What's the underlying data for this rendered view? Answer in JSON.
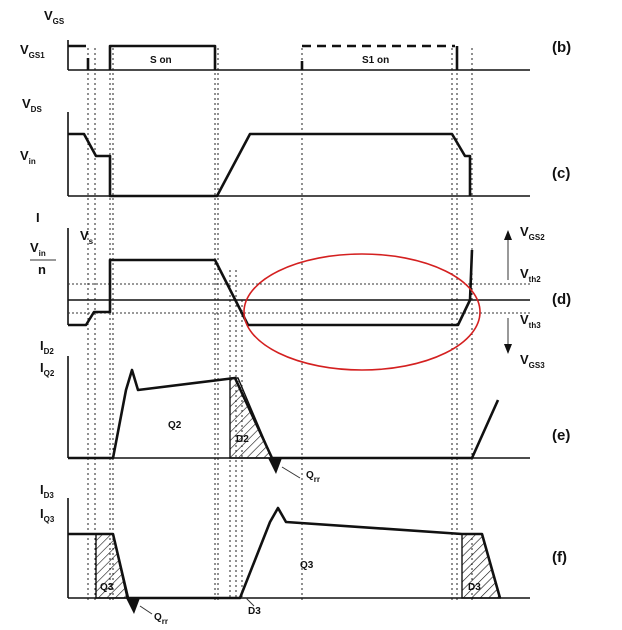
{
  "panels": {
    "b": {
      "tag": "(b)",
      "y_label_main": "V",
      "y_label_sub": "GS",
      "level_main": "V",
      "level_sub": "GS1",
      "pulse1_label": "S on",
      "pulse2_label": "S1 on"
    },
    "c": {
      "tag": "(c)",
      "y_label_main": "V",
      "y_label_sub": "DS",
      "level_main": "V",
      "level_sub": "in"
    },
    "d": {
      "tag": "(d)",
      "i_label": "I",
      "vs_main": "V",
      "vs_sub": "s",
      "frac_num_main": "V",
      "frac_num_sub": "in",
      "frac_den": "n",
      "vgs2_main": "V",
      "vgs2_sub": "GS2",
      "vth2_main": "V",
      "vth2_sub": "th2",
      "vth3_main": "V",
      "vth3_sub": "th3",
      "vgs3_main": "V",
      "vgs3_sub": "GS3"
    },
    "e": {
      "tag": "(e)",
      "y1_main": "I",
      "y1_sub": "D2",
      "y2_main": "I",
      "y2_sub": "Q2",
      "area_q": "Q2",
      "area_d": "D2",
      "qrr_main": "Q",
      "qrr_sub": "rr"
    },
    "f": {
      "tag": "(f)",
      "y1_main": "I",
      "y1_sub": "D3",
      "y2_main": "I",
      "y2_sub": "Q3",
      "area_left": "Q3",
      "area_main": "Q3",
      "area_d": "D3",
      "area_right": "D3",
      "qrr_main": "Q",
      "qrr_sub": "rr"
    }
  },
  "colors": {
    "ink": "#111111",
    "highlight_ellipse": "#d42020"
  }
}
